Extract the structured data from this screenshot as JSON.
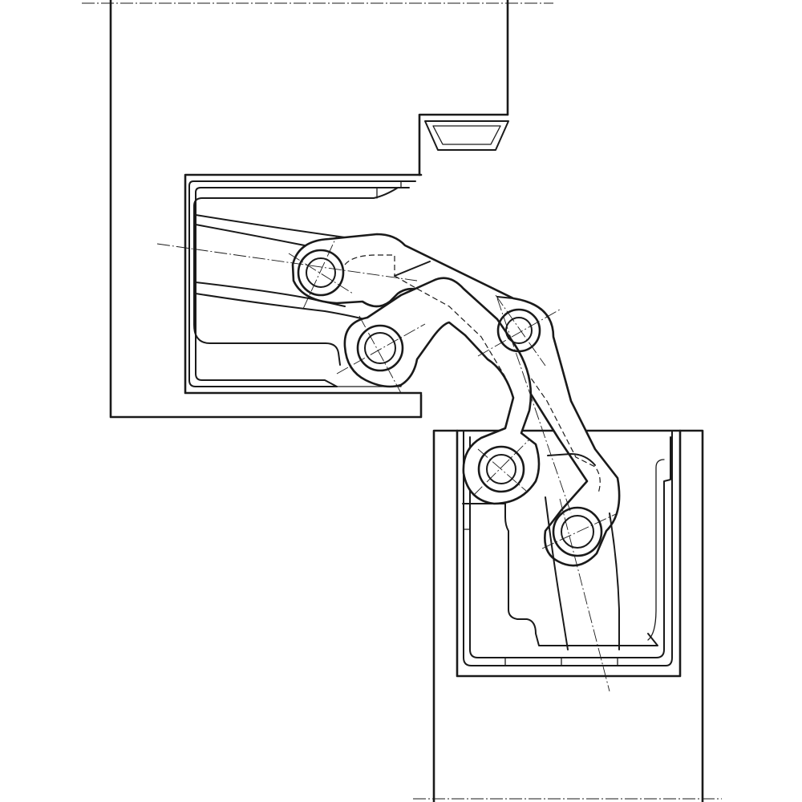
{
  "drawing": {
    "subject": "concealed-hinge",
    "view": "technical-line-drawing",
    "ink_color": "#1a1a1a",
    "background_color": "#ffffff",
    "components": {
      "upper_frame": "frame-section",
      "upper_pocket": "hinge-body-housing",
      "lower_frame": "door-leaf-section",
      "lower_pocket": "hinge-body-housing",
      "arm_a": "link-arm",
      "arm_b": "link-arm",
      "pivots": [
        "pivot-1",
        "pivot-2",
        "pivot-3",
        "pivot-4",
        "pivot-5"
      ]
    }
  }
}
